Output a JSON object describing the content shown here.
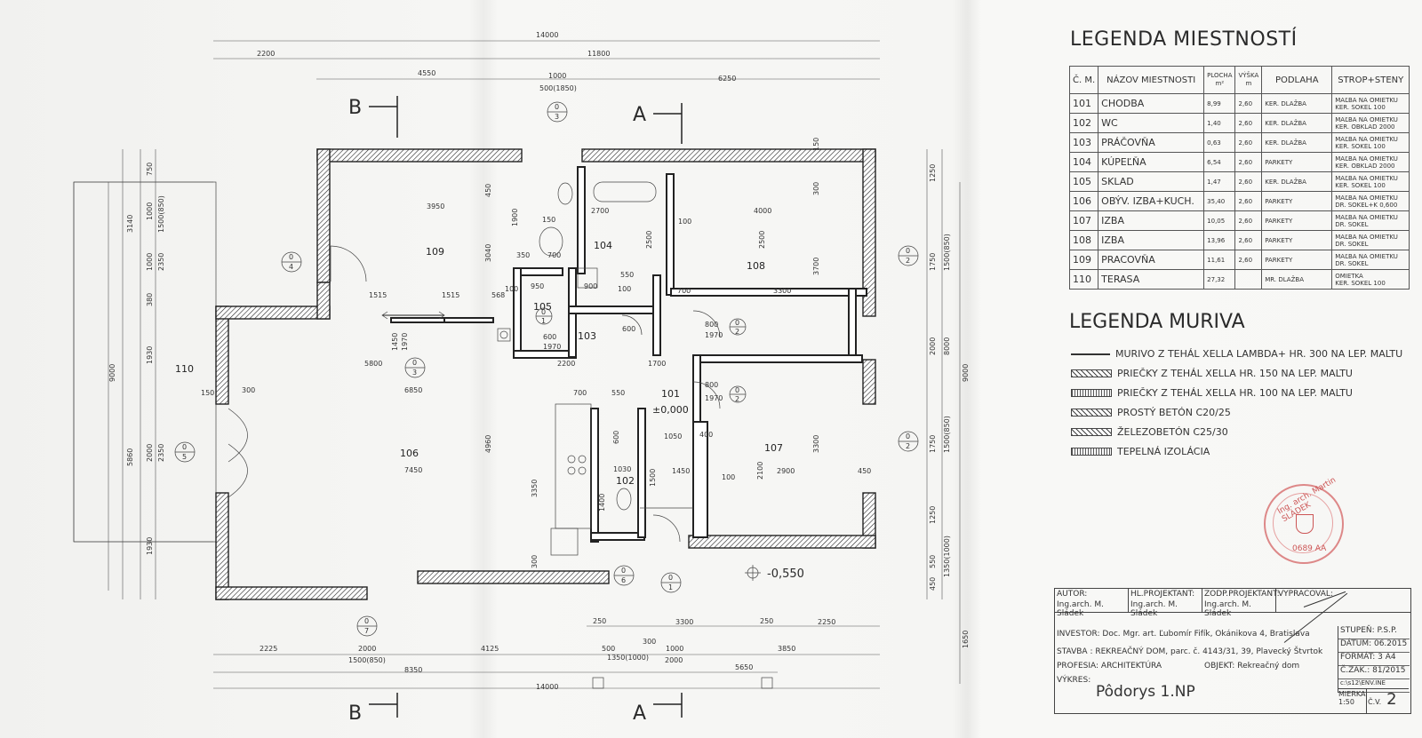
{
  "room_legend": {
    "title": "LEGENDA MIESTNOSTÍ",
    "headers": {
      "num": "Č. M.",
      "name": "NÁZOV MIESTNOSTI",
      "area": "PLOCHA",
      "area_unit": "m²",
      "height": "VÝŠKA",
      "height_unit": "m",
      "floor": "PODLAHA",
      "ceiling": "STROP+STENY"
    },
    "rows": [
      {
        "num": "101",
        "name": "CHODBA",
        "area": "8,99",
        "height": "2,60",
        "floor": "KER. DLAŽBA",
        "ceiling1": "MAĽBA NA OMIETKU",
        "ceiling2": "KER. SOKEL 100"
      },
      {
        "num": "102",
        "name": "WC",
        "area": "1,40",
        "height": "2,60",
        "floor": "KER. DLAŽBA",
        "ceiling1": "MAĽBA NA OMIETKU",
        "ceiling2": "KER. OBKLAD 2000"
      },
      {
        "num": "103",
        "name": "PRÁČOVŇA",
        "area": "0,63",
        "height": "2,60",
        "floor": "KER. DLAŽBA",
        "ceiling1": "MAĽBA NA OMIETKU",
        "ceiling2": "KER. SOKEL 100"
      },
      {
        "num": "104",
        "name": "KÚPEĽŇA",
        "area": "6,54",
        "height": "2,60",
        "floor": "PARKETY",
        "ceiling1": "MAĽBA NA OMIETKU",
        "ceiling2": "KER. OBKLAD 2000"
      },
      {
        "num": "105",
        "name": "SKLAD",
        "area": "1,47",
        "height": "2,60",
        "floor": "KER. DLAŽBA",
        "ceiling1": "MAĽBA NA OMIETKU",
        "ceiling2": "KER. SOKEL 100"
      },
      {
        "num": "106",
        "name": "OBÝV. IZBA+KUCH.",
        "area": "35,40",
        "height": "2,60",
        "floor": "PARKETY",
        "ceiling1": "MAĽBA NA OMIETKU",
        "ceiling2": "DR. SOKEL+K 0,600"
      },
      {
        "num": "107",
        "name": "IZBA",
        "area": "10,05",
        "height": "2,60",
        "floor": "PARKETY",
        "ceiling1": "MAĽBA NA OMIETKU",
        "ceiling2": "DR. SOKEL"
      },
      {
        "num": "108",
        "name": "IZBA",
        "area": "13,96",
        "height": "2,60",
        "floor": "PARKETY",
        "ceiling1": "MAĽBA NA OMIETKU",
        "ceiling2": "DR. SOKEL"
      },
      {
        "num": "109",
        "name": "PRACOVŇA",
        "area": "11,61",
        "height": "2,60",
        "floor": "PARKETY",
        "ceiling1": "MAĽBA NA OMIETKU",
        "ceiling2": "DR. SOKEL"
      },
      {
        "num": "110",
        "name": "TERASA",
        "area": "27,32",
        "height": "",
        "floor": "MR. DLAŽBA",
        "ceiling1": "OMIETKA",
        "ceiling2": "KER. SOKEL 100"
      }
    ]
  },
  "masonry_legend": {
    "title": "LEGENDA MURIVA",
    "items": [
      "MURIVO Z TEHÁL XELLA LAMBDA+ HR. 300 NA LEP. MALTU",
      "PRIEČKY Z TEHÁL XELLA HR. 150 NA LEP. MALTU",
      "PRIEČKY Z TEHÁL XELLA HR. 100 NA LEP. MALTU",
      "PROSTÝ BETÓN C20/25",
      "ŽELEZOBETÓN C25/30",
      "TEPELNÁ IZOLÁCIA"
    ]
  },
  "stamp": {
    "name": "Ing. arch. Martin SLÁDEK",
    "number": "0689 AA"
  },
  "title_block": {
    "headers": [
      "AUTOR:",
      "HL.PROJEKTANT:",
      "ZODP.PROJEKTANT:",
      "VYPRACOVAL:"
    ],
    "names": [
      "Ing.arch. M. Sládek",
      "Ing.arch. M. Sládek",
      "Ing.arch. M. Sládek",
      ""
    ],
    "investor_label": "INVESTOR:",
    "investor": "Doc. Mgr. art. Ľubomír Fifík, Okánikova 4, Bratislava",
    "stavba_label": "STAVBA :",
    "stavba": "REKREAČNÝ DOM, parc. č. 4143/31, 39, Plavecký Štvrtok",
    "profesia_label": "PROFESIA:",
    "profesia": "ARCHITEKTÚRA",
    "objekt_label": "OBJEKT:",
    "objekt": "Rekreačný dom",
    "vykres_label": "VÝKRES:",
    "vykres": "Pôdorys 1.NP",
    "stupen": "STUPEŇ: P.S.P.",
    "datum": "DÁTUM: 06.2015",
    "format": "FORMÁT: 3 A4",
    "zak": "Č.ZAK.: 81/2015",
    "path": "c:\\s12\\ENV.INE",
    "mierka_label": "MIERKA",
    "mierka": "1:50",
    "cv_label": "Č.V.",
    "cv": "2"
  },
  "plan": {
    "rooms": [
      {
        "id": "109",
        "label": "109"
      },
      {
        "id": "104",
        "label": "104"
      },
      {
        "id": "108",
        "label": "108"
      },
      {
        "id": "105",
        "label": "105"
      },
      {
        "id": "103",
        "label": "103"
      },
      {
        "id": "101",
        "label": "101"
      },
      {
        "id": "110",
        "label": "110"
      },
      {
        "id": "106",
        "label": "106"
      },
      {
        "id": "102",
        "label": "102"
      },
      {
        "id": "107",
        "label": "107"
      }
    ],
    "level_main": "±0,000",
    "level_ext": "-0,550",
    "section_b": "B",
    "section_a": "A",
    "dims_top": [
      "14000",
      "2200",
      "11800",
      "4550",
      "1000",
      "500(1850)",
      "6250"
    ],
    "dims_bottom": [
      "2225",
      "2000",
      "1500(850)",
      "4125",
      "500",
      "300",
      "1000",
      "1350(1000)",
      "2000",
      "3850",
      "8350",
      "5650",
      "14000",
      "250",
      "3300",
      "250",
      "2250"
    ],
    "dims_left": [
      "3140",
      "750",
      "1000",
      "1500(850)",
      "1000",
      "2350",
      "380",
      "9000",
      "1930",
      "5860",
      "2000",
      "2350",
      "1930"
    ],
    "dims_right": [
      "1250",
      "1750",
      "1500(850)",
      "2000",
      "8000",
      "9000",
      "1750",
      "1500(850)",
      "1250",
      "450",
      "550",
      "1350(1000)",
      "1650"
    ],
    "inner_dims": [
      "3950",
      "1900",
      "3040",
      "150",
      "2700",
      "2500",
      "100",
      "4000",
      "2500",
      "3700",
      "300",
      "150",
      "1515",
      "1515",
      "568",
      "950",
      "900",
      "550",
      "100",
      "100",
      "700",
      "3300",
      "600",
      "800",
      "1970",
      "1450",
      "1970",
      "5800",
      "2200",
      "1700",
      "150",
      "300",
      "6850",
      "700",
      "550",
      "800",
      "1970",
      "600",
      "7450",
      "1050",
      "400",
      "1030",
      "1450",
      "100",
      "2900",
      "2100",
      "3300",
      "450",
      "4960",
      "3350",
      "1400",
      "1500",
      "300",
      "600",
      "1970",
      "450",
      "350",
      "700"
    ],
    "grid_markers": [
      {
        "top": "0",
        "bottom": "3"
      },
      {
        "top": "0",
        "bottom": "4"
      },
      {
        "top": "0",
        "bottom": "2"
      },
      {
        "top": "0",
        "bottom": "1"
      },
      {
        "top": "0",
        "bottom": "5"
      },
      {
        "top": "0",
        "bottom": "7"
      },
      {
        "top": "0",
        "bottom": "6"
      }
    ]
  }
}
